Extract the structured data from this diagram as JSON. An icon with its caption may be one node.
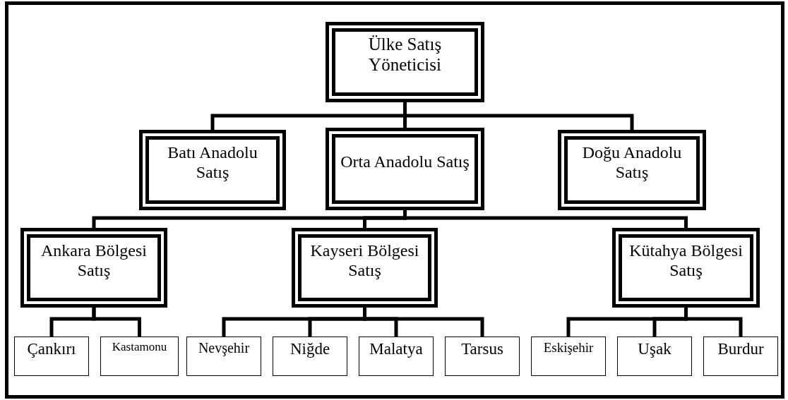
{
  "diagram": {
    "nodes": [
      {
        "text": [
          "Ülke Satış Yöneticisi"
        ]
      },
      {
        "text": [
          "Batı Anadolu Satış"
        ]
      },
      {
        "text": [
          "Orta Anadolu Satış"
        ]
      },
      {
        "text": [
          "Doğu Anadolu Satış"
        ]
      },
      {
        "text": [
          "Ankara Bölgesi Satış"
        ]
      },
      {
        "text": [
          "Kayseri Bölgesi Satış"
        ]
      },
      {
        "text": [
          "Kütahya Bölgesi Satış"
        ]
      },
      {
        "text": [
          "Çankırı"
        ]
      },
      {
        "text": [
          "Kastamonu"
        ]
      },
      {
        "text": [
          "Nevşehir"
        ]
      },
      {
        "text": [
          "Niğde"
        ]
      },
      {
        "text": [
          "Malatya"
        ]
      },
      {
        "text": [
          "Tarsus"
        ]
      },
      {
        "text": [
          "Eskişehir"
        ]
      },
      {
        "text": [
          "Uşak"
        ]
      },
      {
        "text": [
          "Burdur"
        ]
      }
    ],
    "edges": [
      {
        "from": 0,
        "to": 1,
        "arrow": "none"
      },
      {
        "from": 0,
        "to": 2,
        "arrow": "none"
      },
      {
        "from": 0,
        "to": 3,
        "arrow": "none"
      },
      {
        "from": 2,
        "to": 4,
        "arrow": "none"
      },
      {
        "from": 2,
        "to": 5,
        "arrow": "none"
      },
      {
        "from": 2,
        "to": 6,
        "arrow": "none"
      },
      {
        "from": 4,
        "to": 7,
        "arrow": "none"
      },
      {
        "from": 4,
        "to": 8,
        "arrow": "none"
      },
      {
        "from": 5,
        "to": 9,
        "arrow": "none"
      },
      {
        "from": 5,
        "to": 10,
        "arrow": "none"
      },
      {
        "from": 5,
        "to": 11,
        "arrow": "none"
      },
      {
        "from": 5,
        "to": 12,
        "arrow": "none"
      },
      {
        "from": 6,
        "to": 13,
        "arrow": "none"
      },
      {
        "from": 6,
        "to": 14,
        "arrow": "none"
      },
      {
        "from": 6,
        "to": 15,
        "arrow": "none"
      }
    ]
  }
}
